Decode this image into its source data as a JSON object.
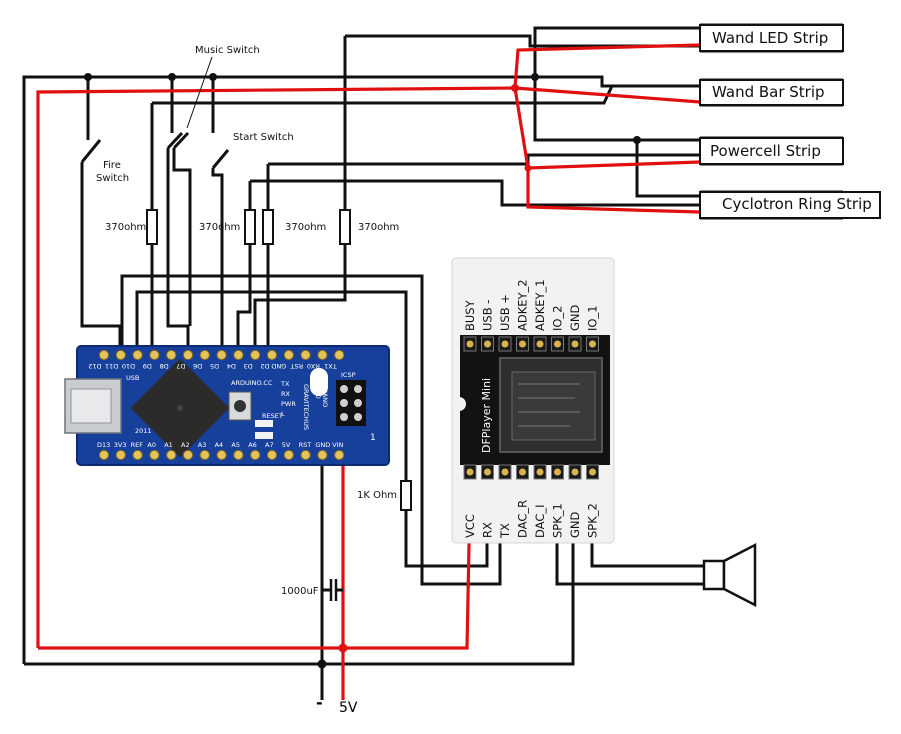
{
  "strips": {
    "wand_led": "Wand LED Strip",
    "wand_bar": "Wand Bar Strip",
    "powercell": "Powercell Strip",
    "cyclotron": "Cyclotron Ring Strip"
  },
  "switches": {
    "fire": [
      "Fire",
      "Switch"
    ],
    "music": "Music Switch",
    "start": "Start Switch"
  },
  "resistors": {
    "r1": "370ohm",
    "r2": "370ohm",
    "r3": "370ohm",
    "r4": "370ohm",
    "r_1k": "1K Ohm"
  },
  "capacitor": "1000uF",
  "power": {
    "minus": "-",
    "plus": "5V"
  },
  "dfplayer": {
    "title": "DFPlayer Mini",
    "top_pins": [
      "BUSY",
      "USB -",
      "USB +",
      "ADKEY_2",
      "ADKEY_1",
      "IO_2",
      "GND",
      "IO_1"
    ],
    "bottom_pins": [
      "VCC",
      "RX",
      "TX",
      "DAC_R",
      "DAC_I",
      "SPK_1",
      "GND",
      "SPK_2"
    ]
  },
  "nano": {
    "top_pins": [
      "D12",
      "D11",
      "D10",
      "D9",
      "D8",
      "D7",
      "D6",
      "D5",
      "D4",
      "D3",
      "D2",
      "GND",
      "RST",
      "RX0",
      "TX1"
    ],
    "bottom_pins": [
      "D13",
      "3V3",
      "REF",
      "A0",
      "A1",
      "A2",
      "A3",
      "A4",
      "A5",
      "A6",
      "A7",
      "5V",
      "RST",
      "GND",
      "VIN"
    ],
    "brand": "ARDUINO.CC",
    "model": [
      "NANO",
      "V3.0",
      "GRAVITECHUS"
    ],
    "year": "2011",
    "usb": "USB",
    "icsp": "ICSP",
    "reset": "RESET",
    "leds": [
      "TX",
      "RX",
      "PWR",
      "L"
    ],
    "pin_one": "1"
  }
}
